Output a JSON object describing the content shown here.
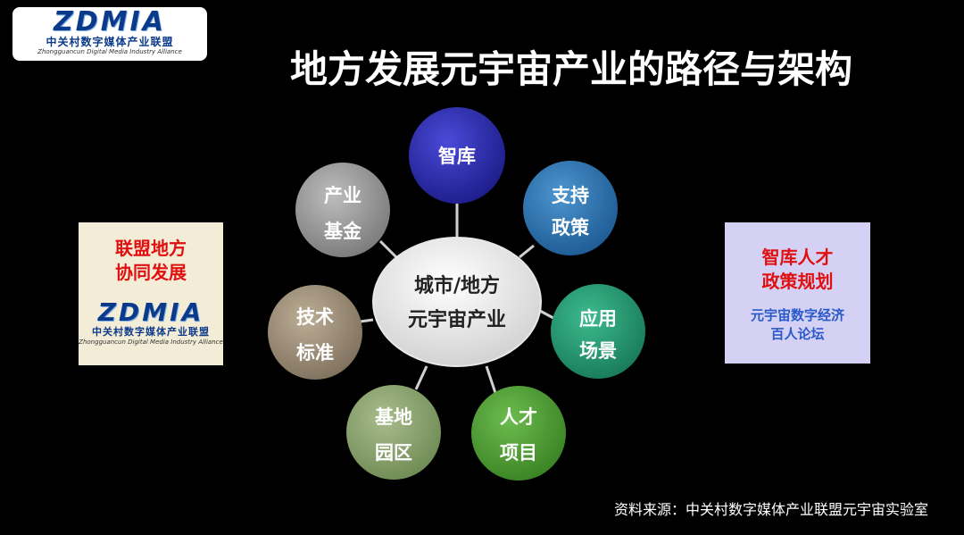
{
  "logo": {
    "word": "ZDMIA",
    "cn": "中关村数字媒体产业联盟",
    "en": "Zhongguancun Digital Media Industry Alliance"
  },
  "title": "地方发展元宇宙产业的路径与架构",
  "center": {
    "line1": "城市/地方",
    "line2": "元宇宙产业"
  },
  "nodes": [
    {
      "line1": "智库",
      "line2": "",
      "color": "#2a2aa8"
    },
    {
      "line1": "支持",
      "line2": "政策",
      "color": "#2a6fa8"
    },
    {
      "line1": "应用",
      "line2": "场景",
      "color": "#23906b"
    },
    {
      "line1": "人才",
      "line2": "项目",
      "color": "#4e9a33"
    },
    {
      "line1": "基地",
      "line2": "园区",
      "color": "#8aa26e"
    },
    {
      "line1": "技术",
      "line2": "标准",
      "color": "#9c8e78"
    },
    {
      "line1": "产业",
      "line2": "基金",
      "color": "#9a9a9a"
    }
  ],
  "left_box": {
    "line1": "联盟地方",
    "line2": "协同发展"
  },
  "right_box": {
    "line1": "智库人才",
    "line2": "政策规划",
    "line3": "元宇宙数字经济",
    "line4": "百人论坛"
  },
  "source": "资料来源：中关村数字媒体产业联盟元宇宙实验室"
}
